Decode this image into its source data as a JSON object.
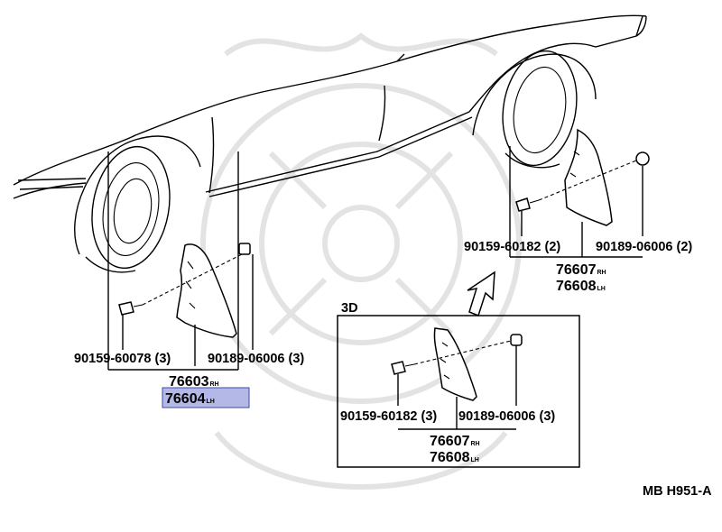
{
  "callouts": {
    "front": {
      "bolt": "90159-60078",
      "bolt_qty": "(3)",
      "nut": "90189-06006",
      "nut_qty": "(3)",
      "flap_rh": "76603",
      "flap_lh": "76604",
      "rh": "RH",
      "lh": "LH"
    },
    "rear": {
      "bolt": "90159-60182",
      "bolt_qty": "(2)",
      "nut": "90189-06006",
      "nut_qty": "(2)",
      "flap_rh": "76607",
      "flap_lh": "76608",
      "rh": "RH",
      "lh": "LH"
    },
    "inset": {
      "title": "3D",
      "bolt": "90159-60182",
      "bolt_qty": "(3)",
      "nut": "90189-06006",
      "nut_qty": "(3)",
      "flap_rh": "76607",
      "flap_lh": "76608",
      "rh": "RH",
      "lh": "LH"
    }
  },
  "diagram_code": "MB H951-A",
  "colors": {
    "highlight_fill": "#b3b8e6",
    "highlight_border": "#3c48a8",
    "watermark": "#e3e3e3"
  }
}
